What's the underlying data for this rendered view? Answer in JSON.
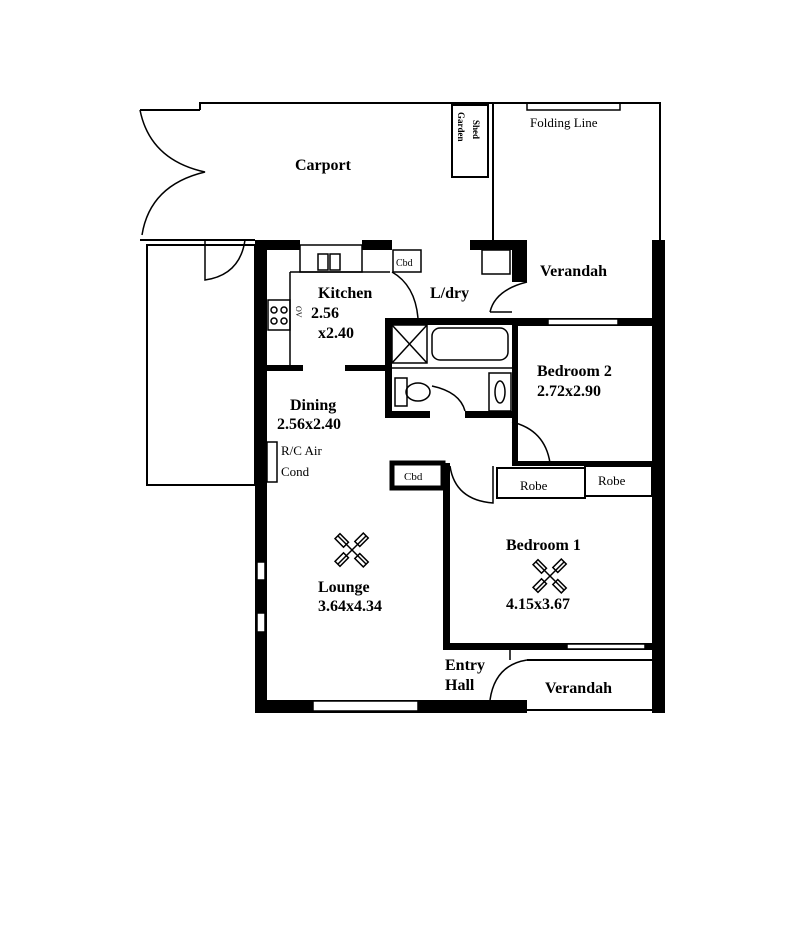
{
  "plan": {
    "carport": "Carport",
    "garden_shed": [
      "Garden",
      "Shed"
    ],
    "folding_line": "Folding Line",
    "kitchen": {
      "name": "Kitchen",
      "dim1": "2.56",
      "dim2": "x2.40",
      "oven_label": "OV"
    },
    "cbd_laundry": "Cbd",
    "laundry": "L/dry",
    "verandah_rear": "Verandah",
    "dining": {
      "name": "Dining",
      "dim": "2.56x2.40"
    },
    "air_cond": [
      "R/C Air",
      "Cond"
    ],
    "bedroom2": {
      "name": "Bedroom 2",
      "dim": "2.72x2.90"
    },
    "cbd_hall": "Cbd",
    "robe1": "Robe",
    "robe2": "Robe",
    "lounge": {
      "name": "Lounge",
      "dim": "3.64x4.34"
    },
    "bedroom1": {
      "name": "Bedroom 1",
      "dim": "4.15x3.67"
    },
    "entry_hall": [
      "Entry",
      "Hall"
    ],
    "verandah_front": "Verandah"
  }
}
